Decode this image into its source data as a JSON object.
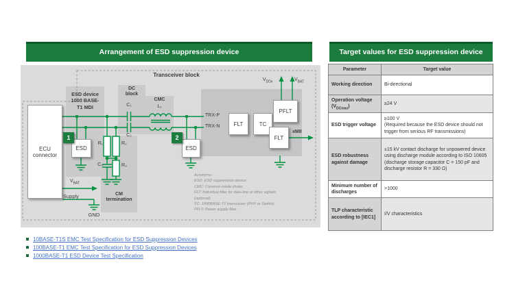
{
  "colors": {
    "header_green": "#1b7c3e",
    "header_green_dark": "#0b5b2a",
    "wire_green": "#009240",
    "link_blue": "#4472c4",
    "panel_gray": "#dbdbdb"
  },
  "left_panel": {
    "title": "Arrangement of ESD suppression device",
    "diagram": {
      "transceiver_label": "Transceiver block",
      "ecu_connector": "ECU\nconnector",
      "esd_device_label": "ESD device\n1000 BASE-\nT1 MDI",
      "dc_block_label": "DC\nblock",
      "cmc_label": "CMC",
      "cm_termination_label": "CM\ntermination",
      "badge1": "1",
      "badge2": "2",
      "esd1": "ESD",
      "esd2": "ESD",
      "c1": "C₁",
      "c2": "C₂",
      "c3": "C₃",
      "r1": "R₁",
      "r2": "R₂",
      "r3": "R₃",
      "l1": "L₁",
      "trx_p": "TRX-P",
      "trx_n": "TRX-N",
      "flt1": "FLT",
      "tc": "TC",
      "pflt": "PFLT",
      "flt2": "FLT",
      "xmii": "xMII",
      "vddx": {
        "base": "V",
        "sub": "DDx"
      },
      "vbat_top": {
        "base": "V",
        "sub": "BAT"
      },
      "vbat_left": {
        "base": "V",
        "sub": "BAT"
      },
      "supply": "Supply",
      "gnd": "GND",
      "acronyms": [
        "Acronyms:",
        "ESD: ESD suppression device",
        "CMC: Common mode choke",
        "FLT: Individual filter for data-line or other signals",
        "(optional)",
        "TC: 1000BASE-T1 transceiver (PHY or Switch)",
        "PFLT: Power supply filter"
      ]
    }
  },
  "right_panel": {
    "title": "Target values for ESD suppression device",
    "table": {
      "headers": [
        "Parameter",
        "Target value"
      ],
      "rows": [
        {
          "param": "Working direction",
          "value": "Bi-directional"
        },
        {
          "param_prefix": "Operation voltage (V",
          "param_sub": "DCmax",
          "param_suffix": ")",
          "value": "≥24 V"
        },
        {
          "param": "ESD trigger voltage",
          "value": "≥100 V\n(Required because the ESD device should not trigger from serious RF transmissions)"
        },
        {
          "param": "ESD robustness against damage",
          "value": "±15 kV contact discharge for unpowered device using discharge module according to ISO 10605 (discharge storage capacitor C = 150 pF and discharge resistor R = 330 Ω)"
        },
        {
          "param": "Minimum number of discharges",
          "value": ">1000"
        },
        {
          "param": "TLP characteristic according to [IEC1]",
          "value": "I/V characteristics"
        }
      ]
    }
  },
  "links": [
    {
      "label": "10BASE-T1S EMC Test Specification for ESD Suppression Devices"
    },
    {
      "label": "100BASE-T1 EMC Test Specification for ESD Suppression Devices"
    },
    {
      "label": "1000BASE-T1 ESD Device Test Specification"
    }
  ]
}
